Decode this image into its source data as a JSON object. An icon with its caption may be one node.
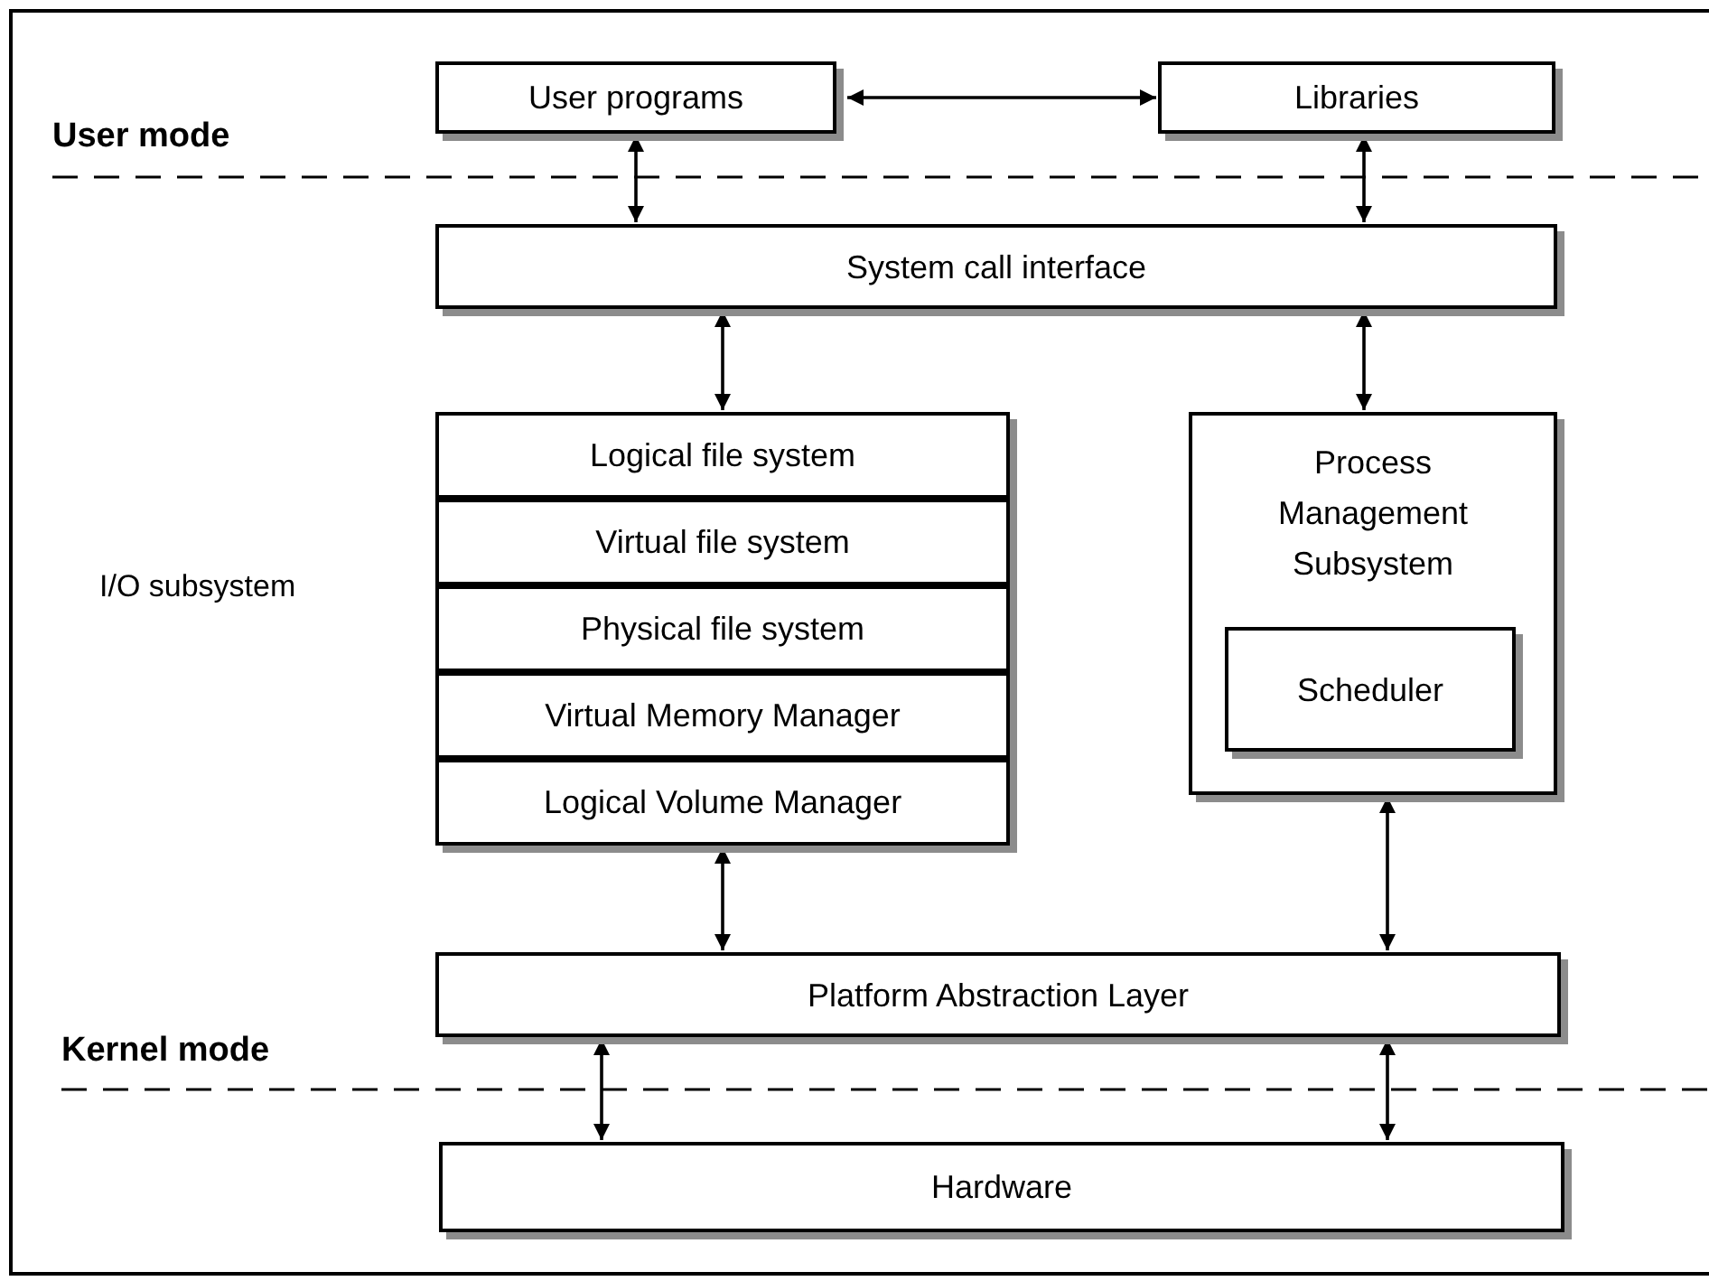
{
  "diagram": {
    "nodes": [
      {
        "text": [
          "User programs"
        ]
      },
      {
        "text": [
          "Libraries"
        ]
      },
      {
        "text": [
          "System call interface"
        ]
      },
      {
        "text": [
          "Logical file system"
        ]
      },
      {
        "text": [
          "Virtual file system"
        ]
      },
      {
        "text": [
          "Physical file system"
        ]
      },
      {
        "text": [
          "Virtual Memory Manager"
        ]
      },
      {
        "text": [
          "Logical Volume Manager"
        ]
      },
      {
        "text": [
          "Process Management Subsystem"
        ]
      },
      {
        "text": [
          "Scheduler"
        ],
        "in": 8
      },
      {
        "text": [
          "Platform Abstraction Layer"
        ]
      },
      {
        "text": [
          "Hardware"
        ]
      }
    ],
    "edges": [
      {
        "from": 0,
        "to": 1,
        "arrow": "both"
      },
      {
        "from": 0,
        "to": 2,
        "arrow": "both"
      },
      {
        "from": 1,
        "to": 2,
        "arrow": "both"
      },
      {
        "from": 2,
        "to": 3,
        "arrow": "both"
      },
      {
        "from": 2,
        "to": 8,
        "arrow": "both"
      },
      {
        "from": 7,
        "to": 10,
        "arrow": "both"
      },
      {
        "from": 8,
        "to": 10,
        "arrow": "both"
      },
      {
        "from": 10,
        "to": 11,
        "arrow": "both"
      },
      {
        "from": 10,
        "to": 11,
        "arrow": "both"
      }
    ],
    "labels": [
      "User mode",
      "I/O subsystem",
      "Kernel mode"
    ]
  }
}
